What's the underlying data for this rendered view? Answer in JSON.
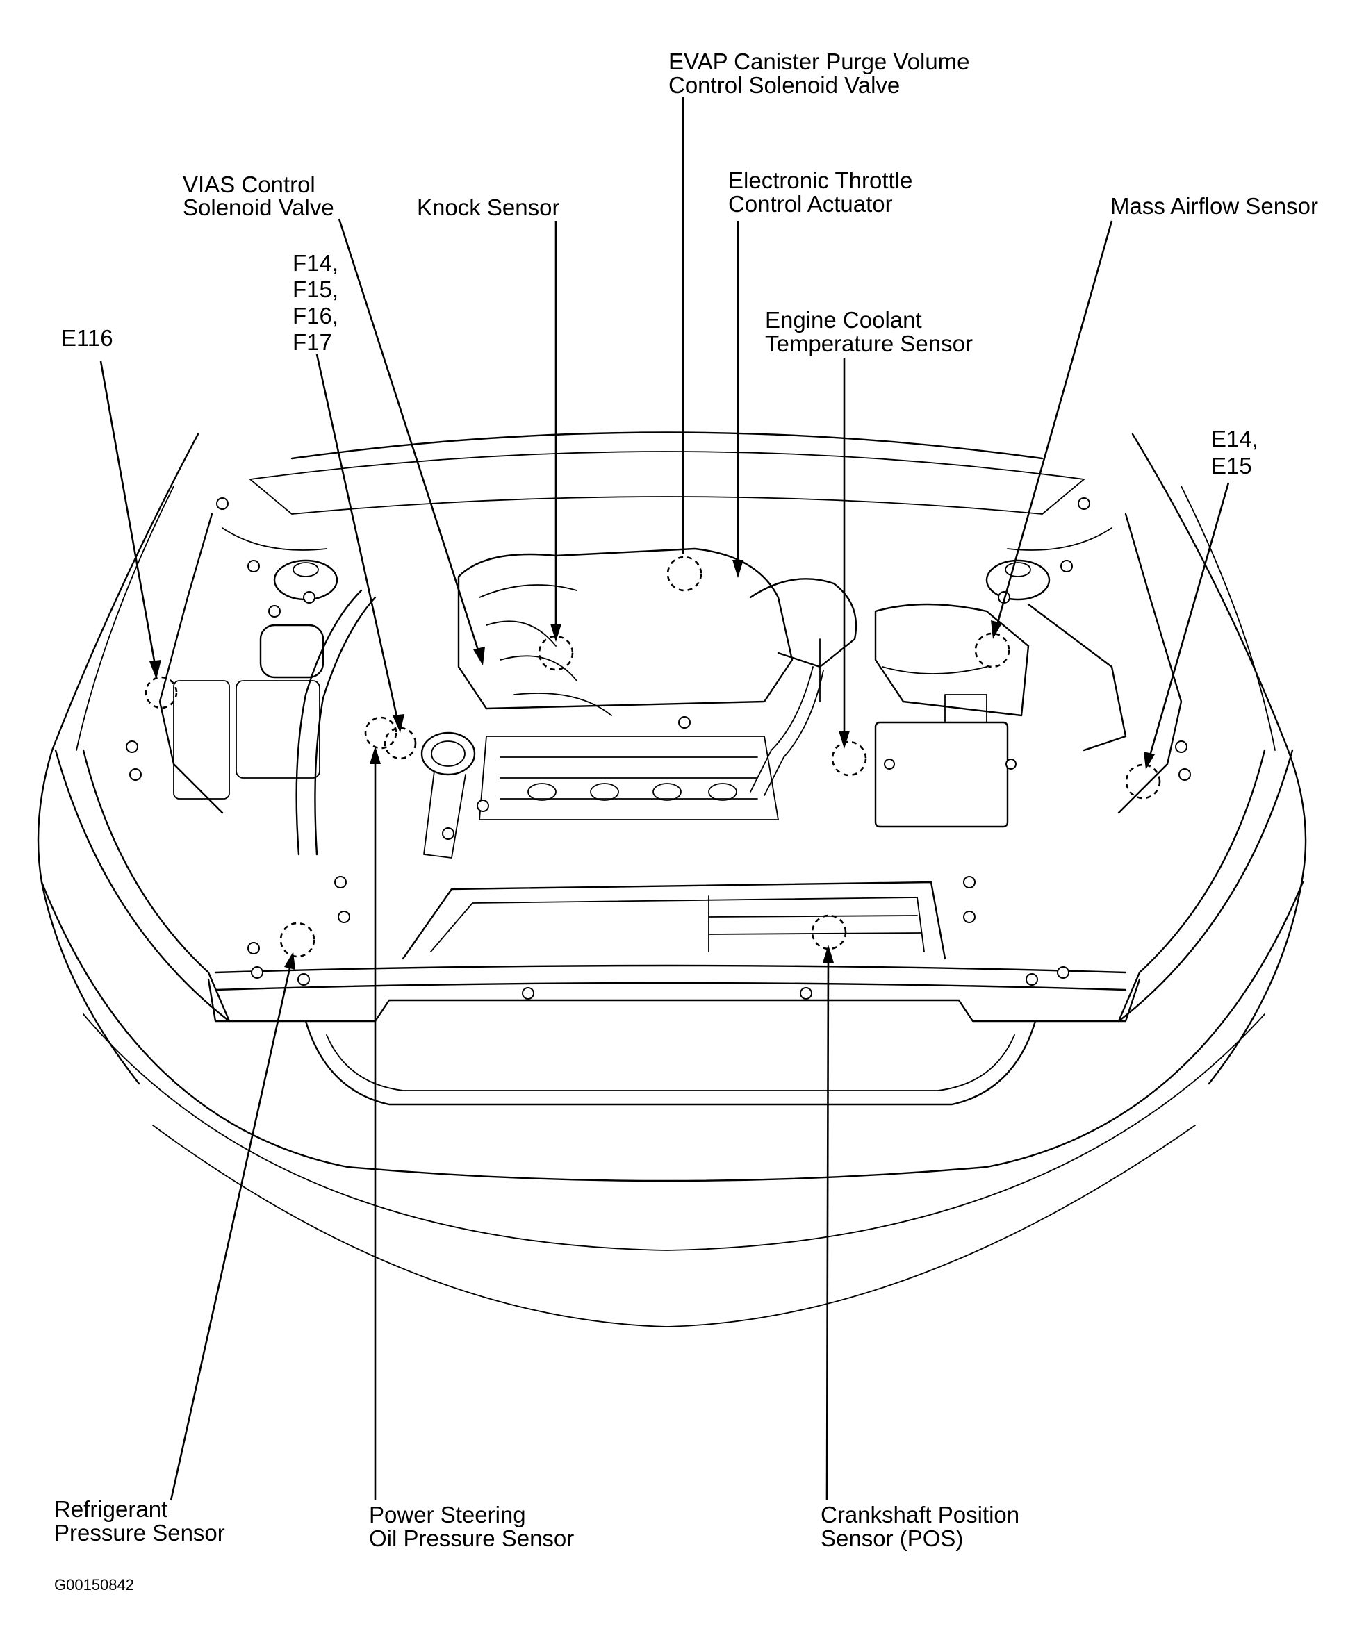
{
  "diagram": {
    "labels": {
      "evap_line1": "EVAP Canister Purge Volume",
      "evap_line2": "Control Solenoid Valve",
      "throttle_line1": "Electronic Throttle",
      "throttle_line2": "Control Actuator",
      "vias_line1": "VIAS Control",
      "vias_line2": "Solenoid Valve",
      "knock": "Knock Sensor",
      "maf": "Mass Airflow Sensor",
      "f_line1": "F14,",
      "f_line2": "F15,",
      "f_line3": "F16,",
      "f_line4": "F17",
      "ect_line1": "Engine Coolant",
      "ect_line2": "Temperature Sensor",
      "e116": "E116",
      "e14_line1": "E14,",
      "e14_line2": "E15",
      "refrig_line1": "Refrigerant",
      "refrig_line2": "Pressure Sensor",
      "ps_line1": "Power Steering",
      "ps_line2": "Oil Pressure Sensor",
      "crank_line1": "Crankshaft Position",
      "crank_line2": "Sensor (POS)"
    },
    "figure_id": "G00150842"
  }
}
